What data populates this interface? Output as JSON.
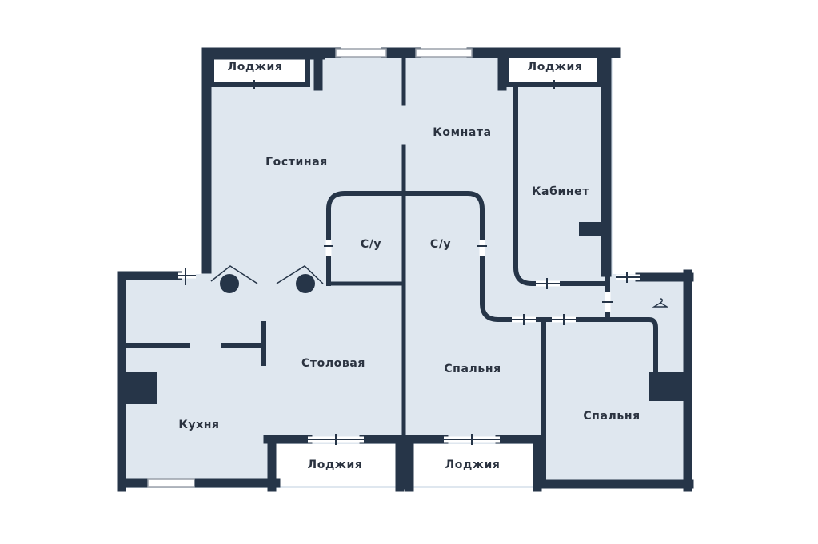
{
  "plan": {
    "colors": {
      "wall": "#263548",
      "floor": "#dfe7ef",
      "balcony": "#ffffff",
      "window": "#c8ccd2",
      "text": "#2b3340"
    },
    "rooms": {
      "loggia_top_left": "Лоджия",
      "loggia_top_right": "Лоджия",
      "living_room": "Гостиная",
      "room": "Комната",
      "study": "Кабинет",
      "bathroom_left": "С/у",
      "bathroom_right": "С/у",
      "dining_room": "Столовая",
      "bedroom_center": "Спальня",
      "bedroom_right": "Спальня",
      "kitchen": "Кухня",
      "loggia_bottom_left": "Лоджия",
      "loggia_bottom_right": "Лоджия"
    },
    "icons": {
      "wardrobe": "hanger-icon",
      "risers": "riser-circle-icon"
    }
  }
}
